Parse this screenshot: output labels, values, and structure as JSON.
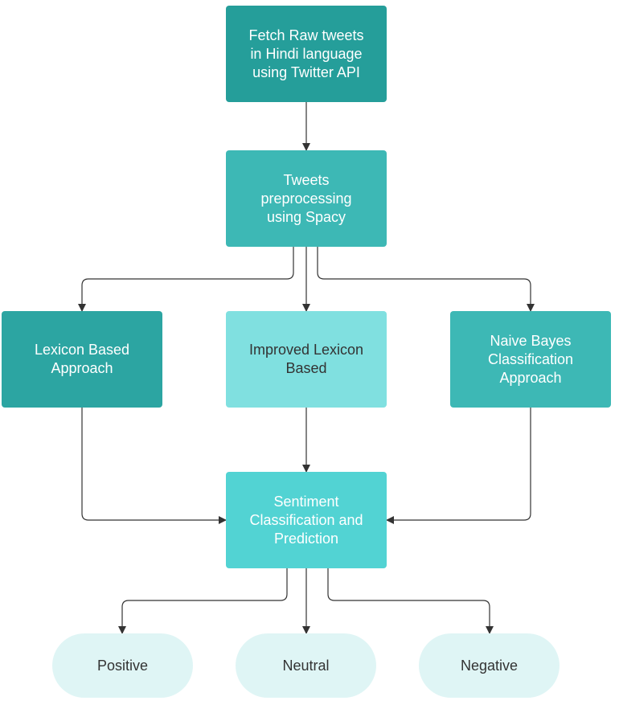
{
  "nodes": {
    "fetch": {
      "label": "Fetch Raw tweets\nin Hindi language\nusing Twitter API",
      "color": "#259e9a",
      "text_color": "#ffffff"
    },
    "preprocess": {
      "label": "Tweets\npreprocessing\nusing Spacy",
      "color": "#3db8b5",
      "text_color": "#ffffff"
    },
    "lexicon": {
      "label": "Lexicon Based\nApproach",
      "color": "#2ca5a2",
      "text_color": "#ffffff"
    },
    "improved": {
      "label": "Improved Lexicon\nBased",
      "color": "#80e0e0",
      "text_color": "#333333"
    },
    "naive_bayes": {
      "label": "Naive Bayes\nClassification\nApproach",
      "color": "#3db8b5",
      "text_color": "#ffffff"
    },
    "sentiment": {
      "label": "Sentiment\nClassification and\nPrediction",
      "color": "#52d3d3",
      "text_color": "#ffffff"
    }
  },
  "outcomes": {
    "positive": {
      "label": "Positive"
    },
    "neutral": {
      "label": "Neutral"
    },
    "negative": {
      "label": "Negative"
    },
    "color": "#dff5f5"
  },
  "connector_color": "#333333"
}
